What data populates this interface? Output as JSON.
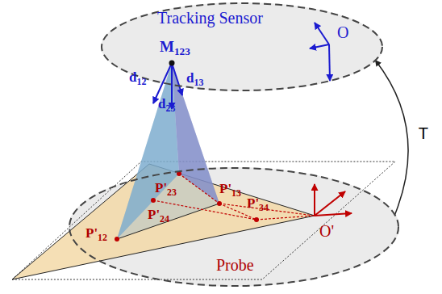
{
  "diagram": {
    "nodes": [
      {
        "text": [
          "Tracking Sensor"
        ]
      },
      {
        "text": [
          "Probe"
        ]
      }
    ],
    "edges": [
      {
        "from": 1,
        "to": 0,
        "label": "T",
        "arrow": "to"
      }
    ],
    "labels": [
      "M123",
      "d12",
      "d13",
      "d23",
      "O",
      "P'12",
      "P'23",
      "P'24",
      "P'13",
      "P'34",
      "O'"
    ]
  }
}
